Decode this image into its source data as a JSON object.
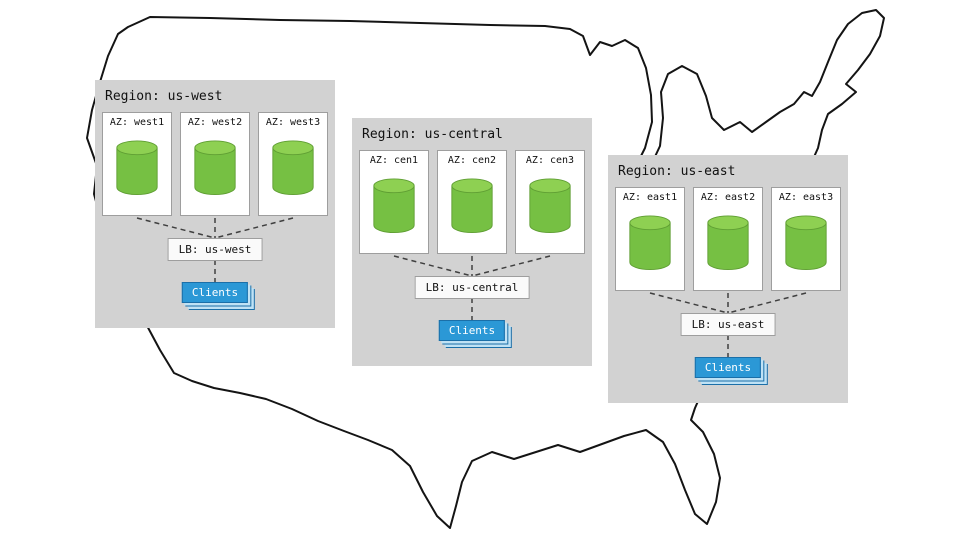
{
  "map": {
    "name": "united-states-outline"
  },
  "colors": {
    "region_bg": "#d2d2d2",
    "az_border": "#9e9e9e",
    "cylinder_body": "#76c043",
    "cylinder_top": "#8ed052",
    "cylinder_stroke": "#5f9e33",
    "connector": "#3f3f3f",
    "lb_bg": "#fafafa",
    "clients_bg": "#2b98d6",
    "clients_border": "#1b6fa8",
    "clients_text": "#ffffff",
    "map_stroke": "#141414"
  },
  "regions": [
    {
      "title": "Region: us-west",
      "azs": [
        "AZ: west1",
        "AZ: west2",
        "AZ: west3"
      ],
      "lb_label": "LB: us-west",
      "clients_label": "Clients"
    },
    {
      "title": "Region: us-central",
      "azs": [
        "AZ: cen1",
        "AZ: cen2",
        "AZ: cen3"
      ],
      "lb_label": "LB: us-central",
      "clients_label": "Clients"
    },
    {
      "title": "Region: us-east",
      "azs": [
        "AZ: east1",
        "AZ: east2",
        "AZ: east3"
      ],
      "lb_label": "LB: us-east",
      "clients_label": "Clients"
    }
  ]
}
